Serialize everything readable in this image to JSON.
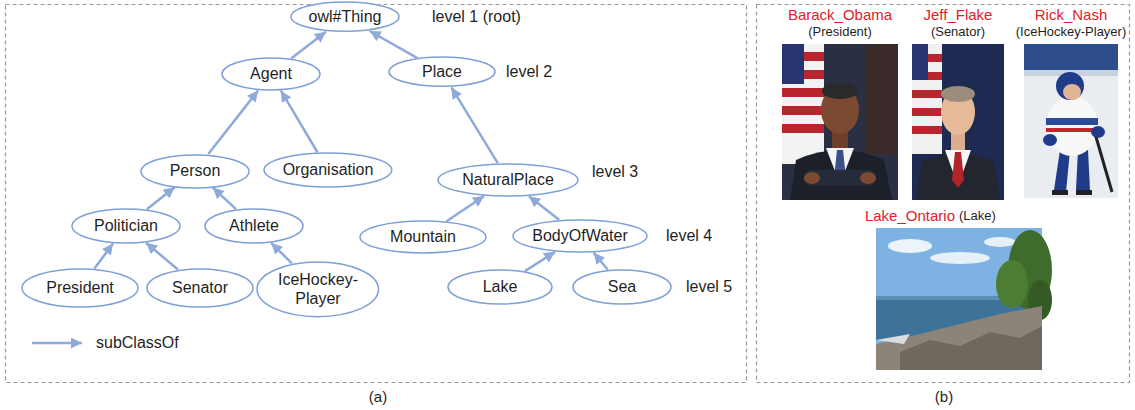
{
  "diagram": {
    "nodes": [
      {
        "text": [
          "owl#Thing"
        ]
      },
      {
        "text": [
          "Agent"
        ]
      },
      {
        "text": [
          "Place"
        ]
      },
      {
        "text": [
          "Person"
        ]
      },
      {
        "text": [
          "Organisation"
        ]
      },
      {
        "text": [
          "NaturalPlace"
        ]
      },
      {
        "text": [
          "Politician"
        ]
      },
      {
        "text": [
          "Athlete"
        ]
      },
      {
        "text": [
          "Mountain"
        ]
      },
      {
        "text": [
          "BodyOfWater"
        ]
      },
      {
        "text": [
          "President"
        ]
      },
      {
        "text": [
          "Senator"
        ]
      },
      {
        "text": [
          "IceHockey- Player"
        ]
      },
      {
        "text": [
          "Lake"
        ]
      },
      {
        "text": [
          "Sea"
        ]
      }
    ],
    "edges": [
      {
        "from": 1,
        "to": 0,
        "arrow": "to"
      },
      {
        "from": 2,
        "to": 0,
        "arrow": "to"
      },
      {
        "from": 3,
        "to": 1,
        "arrow": "to"
      },
      {
        "from": 4,
        "to": 1,
        "arrow": "to"
      },
      {
        "from": 5,
        "to": 2,
        "arrow": "to"
      },
      {
        "from": 6,
        "to": 3,
        "arrow": "to"
      },
      {
        "from": 7,
        "to": 3,
        "arrow": "to"
      },
      {
        "from": 8,
        "to": 5,
        "arrow": "to"
      },
      {
        "from": 9,
        "to": 5,
        "arrow": "to"
      },
      {
        "from": 10,
        "to": 6,
        "arrow": "to"
      },
      {
        "from": 11,
        "to": 6,
        "arrow": "to"
      },
      {
        "from": 12,
        "to": 7,
        "arrow": "to"
      },
      {
        "from": 13,
        "to": 9,
        "arrow": "to"
      },
      {
        "from": 14,
        "to": 9,
        "arrow": "to"
      }
    ],
    "labels": [
      "level 1 (root)",
      "level 2",
      "level 3",
      "level 4",
      "level 5",
      "(a)",
      "Barack_Obama",
      "(President)",
      "Jeff_Flake",
      "(Senator)",
      "Rick_Nash",
      "(IceHockey-Player)",
      "Lake_Ontario",
      "(Lake)",
      "(b)"
    ],
    "legend": [
      {
        "text": "subClassOf"
      }
    ]
  }
}
